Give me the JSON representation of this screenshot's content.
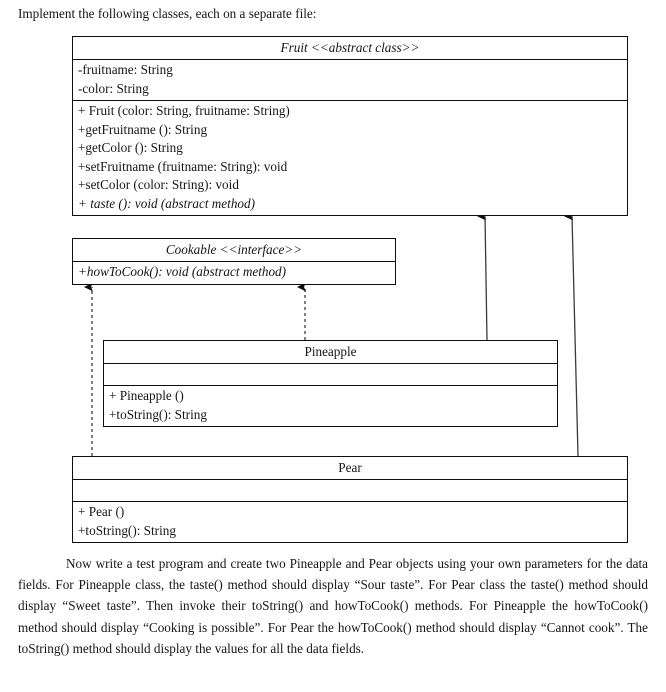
{
  "document": {
    "intro": "Implement the following classes, each on a separate file:",
    "closing_paragraph": "Now write a test program and create two Pineapple and Pear objects using your own parameters for the data fields. For Pineapple class, the taste() method should display “Sour taste”. For Pear class the taste() method should display “Sweet taste”. Then invoke their toString() and howToCook() methods. For Pineapple the howToCook() method should display “Cooking is possible”. For Pear the howToCook()  method should display “Cannot cook”. The toString() method should display the values for all the data fields."
  },
  "diagram": {
    "type": "uml-class-diagram",
    "line_color": "#0d0d0d",
    "classes": {
      "fruit": {
        "name": "Fruit <<abstract class>>",
        "stereotype": "abstract class",
        "fields": [
          "-fruitname: String",
          "-color: String"
        ],
        "methods": [
          "+ Fruit (color: String, fruitname: String)",
          "+getFruitname (): String",
          "+getColor (): String",
          "+setFruitname (fruitname: String): void",
          "+setColor (color: String): void",
          "+ taste (): void (abstract method)"
        ]
      },
      "cookable": {
        "name": "Cookable <<interface>>",
        "stereotype": "interface",
        "methods": [
          "+howToCook(): void (abstract method)"
        ]
      },
      "pineapple": {
        "name": "Pineapple",
        "fields": [],
        "methods": [
          "+ Pineapple ()",
          "+toString(): String"
        ]
      },
      "pear": {
        "name": "Pear",
        "fields": [],
        "methods": [
          "+ Pear ()",
          "+toString(): String"
        ]
      }
    },
    "relationships": [
      {
        "id": "pineapple-extends-fruit",
        "from": "Pineapple",
        "to": "Fruit",
        "kind": "inheritance",
        "line": "solid"
      },
      {
        "id": "pear-extends-fruit",
        "from": "Pear",
        "to": "Fruit",
        "kind": "inheritance",
        "line": "solid"
      },
      {
        "id": "pineapple-implements-cookable",
        "from": "Pineapple",
        "to": "Cookable",
        "kind": "realization",
        "line": "dashed"
      },
      {
        "id": "pear-implements-cookable",
        "from": "Pear",
        "to": "Cookable",
        "kind": "realization",
        "line": "dashed"
      }
    ]
  }
}
